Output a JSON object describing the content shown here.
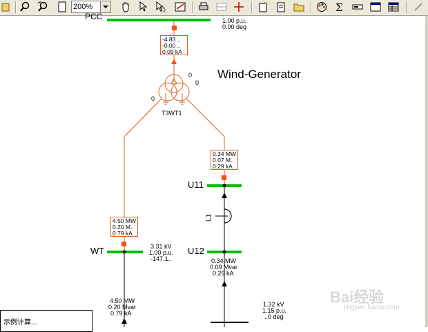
{
  "toolbar": {
    "zoom_value": "200%",
    "icons": [
      "open-icon",
      "zoom-in-icon",
      "zoom-out-icon",
      "page-icon",
      "pan-hand-icon",
      "select-icon",
      "select-area-icon",
      "measure-icon",
      "print-icon",
      "grid-icon",
      "add-node-icon",
      "new-icon",
      "document-icon",
      "folder-icon",
      "palette-icon",
      "sigma-icon",
      "bar-icon",
      "window-icon",
      "table-icon",
      "pen-icon"
    ]
  },
  "diagram": {
    "title": "Wind-Generator",
    "pcc": {
      "label": "PCC",
      "voltage_pu": "1.00 p.u.",
      "angle": "0.00 deg"
    },
    "top_box": [
      "-4.83 ..",
      "-0.00 ..",
      "0.09 kA"
    ],
    "transformer": {
      "label": "T3WT1",
      "tap_left": "0",
      "tap_right_top": "0",
      "tap_right": "0"
    },
    "right_box": [
      "0.34 MW",
      "0.07 M..",
      "0.29 kA"
    ],
    "left_box": [
      "4.50 MW",
      "0.20 M..",
      "0.79 kA"
    ],
    "u11_label": "U11",
    "l1_label": "L1",
    "u12_label": "U12",
    "wt": {
      "label": "WT",
      "kv": "3.31 kV",
      "pu": "1.00 p.u.",
      "deg": "-147.1.."
    },
    "u12_flow": [
      "0.34 MW",
      "0.09 Mvar",
      "0.29 kA"
    ],
    "wt_flow": [
      "4.50 MW",
      "0.20 Mvar",
      "0.79 kA"
    ],
    "bottom_bus": [
      "1.32 kV",
      "1.15 p.u.",
      "..0 deg"
    ],
    "panel_text": "示例计算..."
  },
  "watermark": {
    "text": "Bai经验",
    "sub": "jingyan.baidu.com"
  },
  "colors": {
    "bus": "#00c000",
    "line": "#e06020",
    "box_border": "#e06020"
  }
}
